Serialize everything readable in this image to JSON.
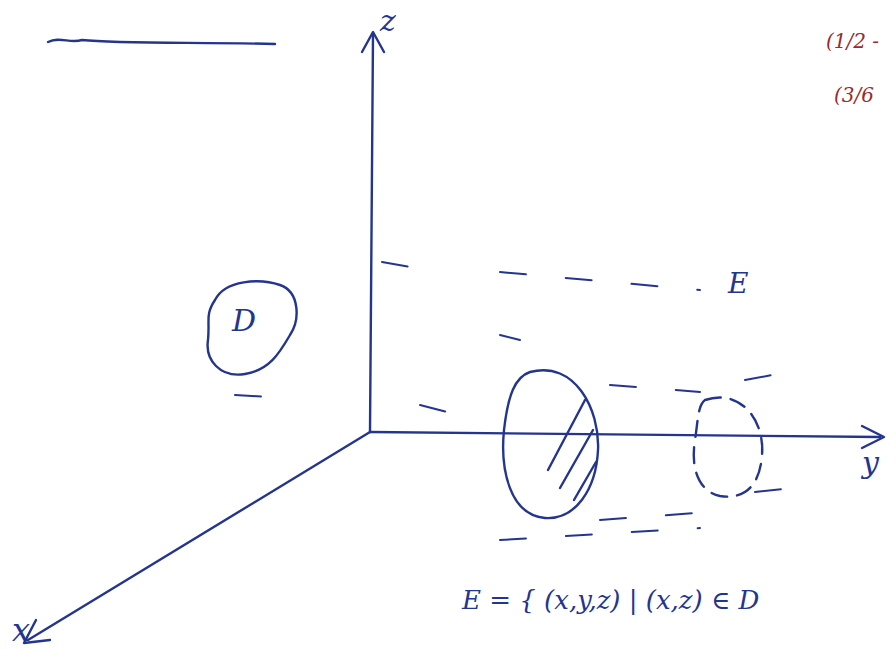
{
  "diagram": {
    "nodes": [
      {
        "text": [
          "D"
        ]
      }
    ],
    "edges": [],
    "labels": [
      "z",
      "y",
      "x",
      "E",
      "E = { (x,y,z) | (x,z) ∈ D",
      "(1/2 -",
      "(3/6"
    ]
  }
}
